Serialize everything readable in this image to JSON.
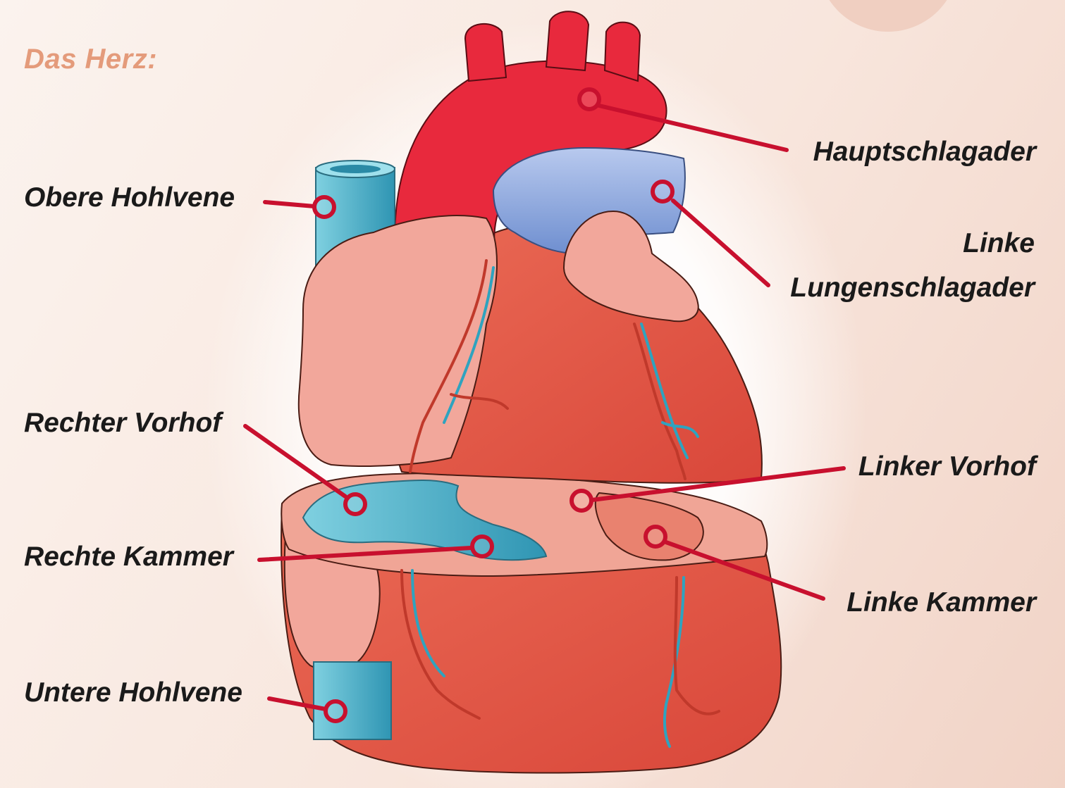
{
  "title": "Das Herz:",
  "labels": {
    "obere_hohlvene": "Obere Hohlvene",
    "hauptschlagader": "Hauptschlagader",
    "linke_lungenschlagader_line1": "Linke",
    "linke_lungenschlagader_line2": "Lungenschlagader",
    "rechter_vorhof": "Rechter Vorhof",
    "linker_vorhof": "Linker Vorhof",
    "rechte_kammer": "Rechte Kammer",
    "linke_kammer": "Linke Kammer",
    "untere_hohlvene": "Untere Hohlvene"
  },
  "colors": {
    "title": "#e49b7b",
    "leader": "#c8102e",
    "muscle": "#e05a4a",
    "aorta": "#e8293d",
    "atrium_pink": "#f2a79b",
    "vein_blue": "#3fa9c4",
    "pulmonary_blue": "#8fa8dc"
  }
}
